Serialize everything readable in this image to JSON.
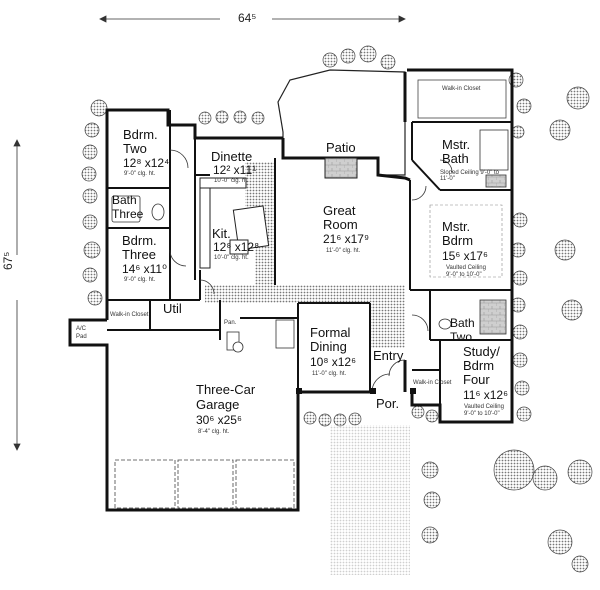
{
  "overall": {
    "width": "64⁵",
    "depth": "67⁵"
  },
  "rooms": {
    "bdrm_two": {
      "name1": "Bdrm.",
      "name2": "Two",
      "dim": "12⁸ x12⁴",
      "clg": "9'-0\" clg. ht."
    },
    "dinette": {
      "name": "Dinette",
      "dim": "12² x11¹",
      "clg": "10'-0\" clg. ht."
    },
    "patio": {
      "name": "Patio"
    },
    "great_room": {
      "name1": "Great",
      "name2": "Room",
      "dim": "21⁶ x17⁹",
      "clg": "11'-0\" clg. ht."
    },
    "mstr_bath": {
      "name1": "Mstr.",
      "name2": "Bath",
      "clg": "Sloped Ceiling 9'-0\" to 11'-0\""
    },
    "walk_in_mstr": {
      "name": "Walk-in Closet"
    },
    "mstr_bdrm": {
      "name1": "Mstr.",
      "name2": "Bdrm",
      "dim": "15⁶ x17⁶",
      "clg1": "Vaulted Ceiling",
      "clg2": "9'-0\" to 10'-0\""
    },
    "bath_three": {
      "name1": "Bath",
      "name2": "Three"
    },
    "bdrm_three": {
      "name1": "Bdrm.",
      "name2": "Three",
      "dim": "14⁶ x11⁰",
      "clg": "9'-0\" clg. ht."
    },
    "kit": {
      "name": "Kit.",
      "dim": "12⁸ x12⁸",
      "clg": "10'-0\" clg. ht."
    },
    "util": {
      "name": "Util"
    },
    "walk_in_util": {
      "name": "Walk-in Closet"
    },
    "ac_pad": {
      "name1": "A/C",
      "name2": "Pad"
    },
    "pan": {
      "name": "Pan."
    },
    "formal_dining": {
      "name1": "Formal",
      "name2": "Dining",
      "dim": "10⁸ x12⁶",
      "clg": "11'-0\" clg. ht."
    },
    "entry": {
      "name": "Entry"
    },
    "bath_two": {
      "name1": "Bath",
      "name2": "Two"
    },
    "study": {
      "name1": "Study/",
      "name2": "Bdrm",
      "name3": "Four",
      "dim": "11⁶ x12⁶",
      "clg1": "Vaulted Ceiling",
      "clg2": "9'-0\" to 10'-0\""
    },
    "walk_in_study": {
      "name": "Walk-in Closet"
    },
    "garage": {
      "name1": "Three-Car",
      "name2": "Garage",
      "dim": "30⁶ x25⁶",
      "clg": "8'-4\" clg. ht."
    },
    "porch": {
      "name": "Por."
    }
  }
}
